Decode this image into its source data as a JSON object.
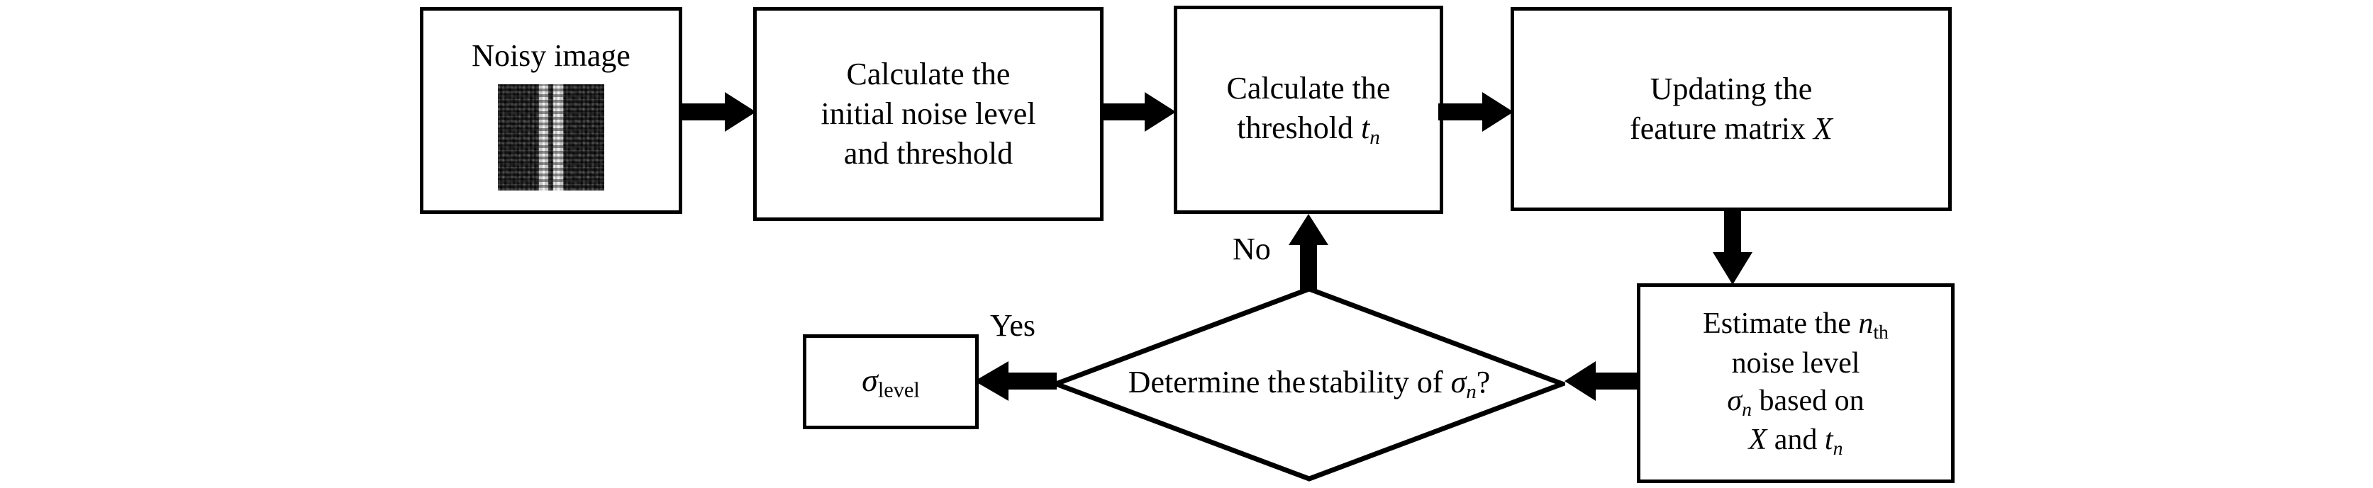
{
  "diagram": {
    "title": "Noise level estimation flowchart",
    "stroke_color": "#000000",
    "background_color": "#ffffff",
    "nodes": [
      {
        "id": "noisy-image",
        "shape": "rectangle",
        "label": "Noisy image",
        "has_thumbnail": true,
        "thumbnail_description": "grayscale noisy image with two bright vertical stripes"
      },
      {
        "id": "calc-initial",
        "shape": "rectangle",
        "lines": [
          "Calculate the",
          "initial noise level",
          "and threshold"
        ]
      },
      {
        "id": "calc-threshold",
        "shape": "rectangle",
        "line1": "Calculate the",
        "line2_prefix": "threshold ",
        "line2_var": "t",
        "line2_sub": "n"
      },
      {
        "id": "update-feature-matrix",
        "shape": "rectangle",
        "line1": "Updating the",
        "line2_prefix": "feature matrix ",
        "line2_var": "X"
      },
      {
        "id": "estimate-noise",
        "shape": "rectangle",
        "line1_prefix": "Estimate the ",
        "line1_var": "n",
        "line1_sub": "th",
        "line2": "noise level",
        "line3_var": "σ",
        "line3_sub": "n",
        "line3_suffix": " based on",
        "line4_var1": "X",
        "line4_mid": " and ",
        "line4_var2": "t",
        "line4_sub2": "n"
      },
      {
        "id": "decision-stability",
        "shape": "diamond",
        "line1": "Determine the",
        "line2_prefix": "stability of ",
        "line2_var": "σ",
        "line2_sub": "n",
        "line2_suffix": "?"
      },
      {
        "id": "sigma-level-output",
        "shape": "rectangle",
        "var": "σ",
        "sub": "level"
      }
    ],
    "edges": [
      {
        "id": "e1",
        "from": "noisy-image",
        "to": "calc-initial",
        "direction": "right",
        "label": ""
      },
      {
        "id": "e2",
        "from": "calc-initial",
        "to": "calc-threshold",
        "direction": "right",
        "label": ""
      },
      {
        "id": "e3",
        "from": "calc-threshold",
        "to": "update-feature-matrix",
        "direction": "right",
        "label": ""
      },
      {
        "id": "e4",
        "from": "update-feature-matrix",
        "to": "estimate-noise",
        "direction": "down",
        "label": ""
      },
      {
        "id": "e5",
        "from": "estimate-noise",
        "to": "decision-stability",
        "direction": "left",
        "label": ""
      },
      {
        "id": "e6",
        "from": "decision-stability",
        "to": "calc-threshold",
        "direction": "up",
        "label": "No"
      },
      {
        "id": "e7",
        "from": "decision-stability",
        "to": "sigma-level-output",
        "direction": "left",
        "label": "Yes"
      }
    ],
    "labels": {
      "no": "No",
      "yes": "Yes"
    }
  }
}
